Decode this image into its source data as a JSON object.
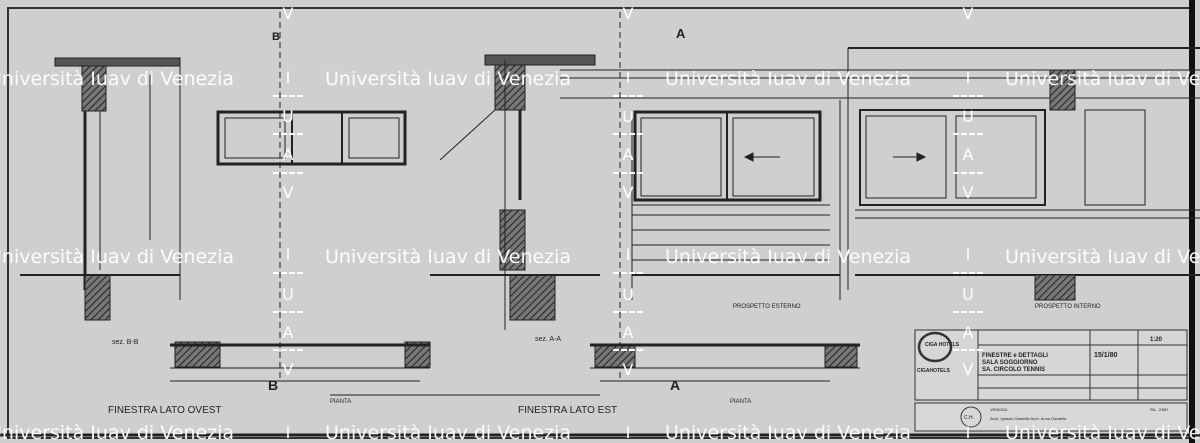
{
  "drawing": {
    "left_title": "FINESTRA LATO OVEST",
    "right_title": "FINESTRA LATO EST",
    "plan_label_left": "PIANTA",
    "plan_label_right": "PIANTA",
    "section_b": "sez. B-B",
    "section_a": "sez. A-A",
    "marker_b": "B",
    "marker_a": "A",
    "exterior_elevation": "PROSPETTO ESTERNO",
    "interior_elevation": "PROSPETTO INTERNO"
  },
  "title_block": {
    "logo_text": "CIGA HOTELS",
    "company": "CIGAHOTELS",
    "subject_line1": "FINESTRE e DETTAGLI",
    "subject_line2": "SALA SOGGIORNO",
    "subject_line3": "SA. CIRCOLO TENNIS",
    "date": "15/1/80",
    "scale": "1:20",
    "stamp": "C.H.",
    "city": "VENEZIA",
    "architects": "Arch. Ignazio Gardella   Arch. Anna Gardella",
    "ref": "RIL. 2/987"
  },
  "watermark": {
    "text": "Università Iuav di Venezia",
    "letters": [
      "V",
      "I",
      "U",
      "A",
      "V"
    ]
  }
}
